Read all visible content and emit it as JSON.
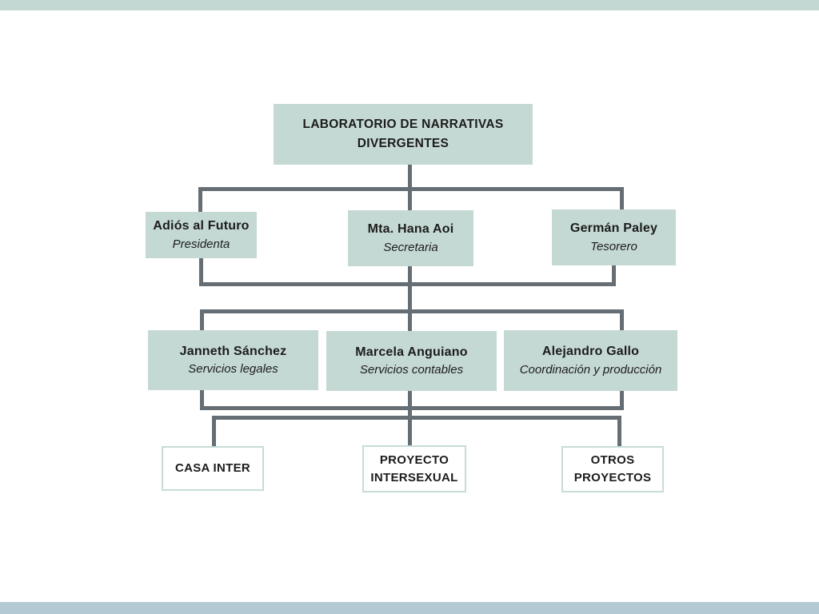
{
  "org": {
    "root": {
      "name": "LABORATORIO DE NARRATIVAS DIVERGENTES",
      "line1": "LABORATORIO DE NARRATIVAS",
      "line2": "DIVERGENTES"
    },
    "level2": [
      {
        "name": "Adiós al Futuro",
        "role": "Presidenta"
      },
      {
        "name": "Mta. Hana Aoi",
        "role": "Secretaria"
      },
      {
        "name": "Germán Paley",
        "role": "Tesorero"
      }
    ],
    "level3": [
      {
        "name": "Janneth Sánchez",
        "role": "Servicios legales"
      },
      {
        "name": "Marcela Anguiano",
        "role": "Servicios contables"
      },
      {
        "name": "Alejandro Gallo",
        "role": "Coordinación y producción"
      }
    ],
    "level4": [
      {
        "name": "CASA INTER"
      },
      {
        "name": "PROYECTO INTERSEXUAL"
      },
      {
        "name": "OTROS PROYECTOS"
      }
    ]
  },
  "colors": {
    "box_fill": "#c5d9d4",
    "box_text": "#1c1c1c",
    "connector": "#656e74",
    "leaf_border": "#c7dcd8",
    "bar_top": "#c3d8d3",
    "bar_bottom": "#b3c9d4",
    "background": "#ffffff"
  }
}
